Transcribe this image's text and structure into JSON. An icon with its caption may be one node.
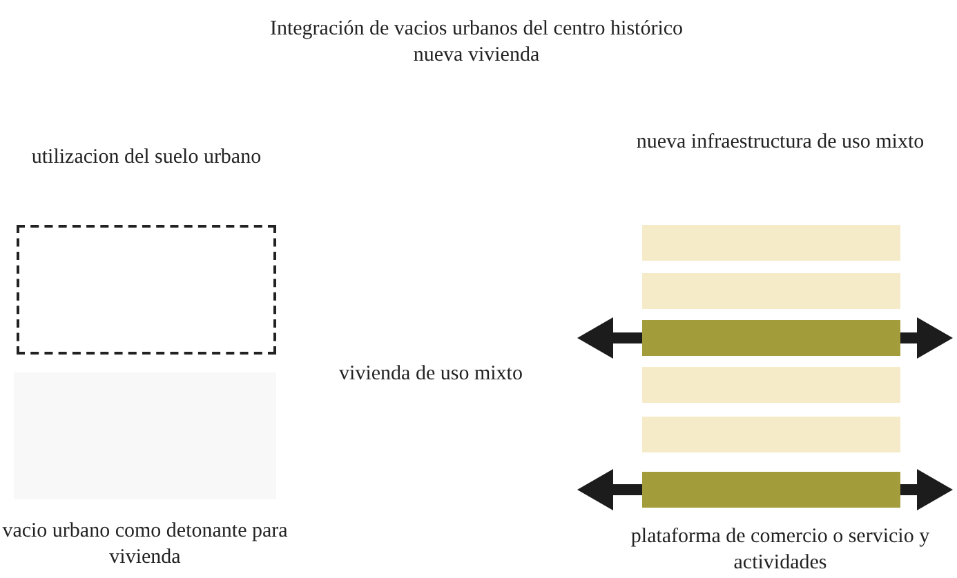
{
  "diagram": {
    "title": "Integración de vacios urbanos del centro histórico nueva vivienda",
    "nodes": [
      {
        "text": [
          "utilizacion del suelo urbano"
        ]
      },
      {
        "text": [
          "vacio urbano como detonante para vivienda"
        ]
      },
      {
        "text": [],
        "shape": "bar"
      },
      {
        "text": [],
        "shape": "bar"
      },
      {
        "text": [],
        "shape": "bar"
      },
      {
        "text": [],
        "shape": "bar"
      },
      {
        "text": [],
        "shape": "bar"
      },
      {
        "text": [],
        "shape": "bar"
      }
    ],
    "edges": [
      {
        "from": 4,
        "to": null,
        "arrow": "to"
      },
      {
        "from": 4,
        "to": null,
        "arrow": "to"
      },
      {
        "from": 7,
        "to": null,
        "arrow": "to"
      },
      {
        "from": 7,
        "to": null,
        "arrow": "to"
      }
    ],
    "labels": [
      "nueva infraestructura de uso mixto",
      "vivienda de uso mixto",
      "plataforma de comercio o servicio y actividades"
    ]
  }
}
